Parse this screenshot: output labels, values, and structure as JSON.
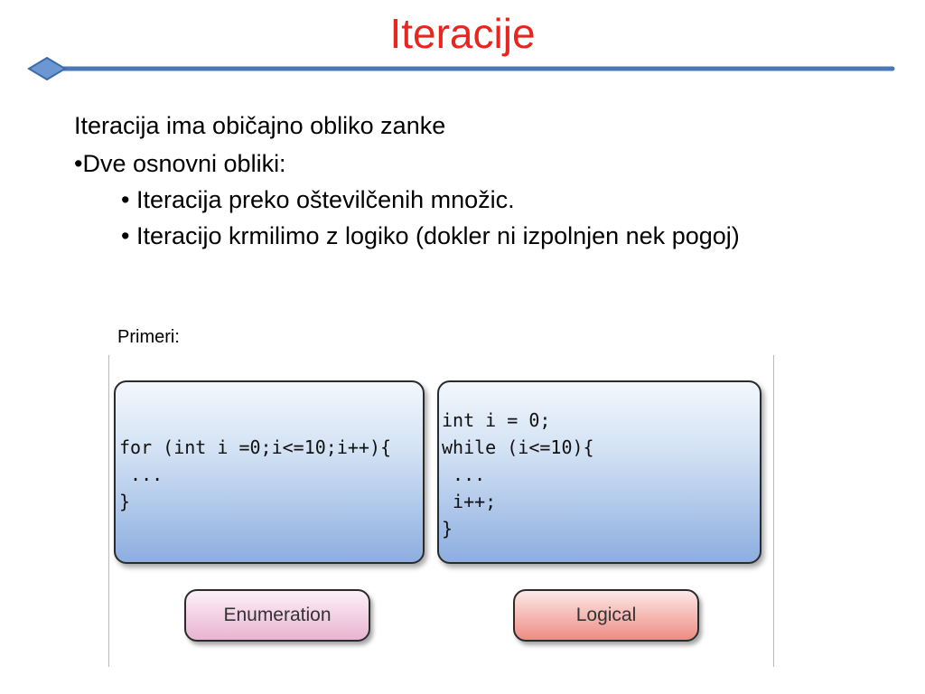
{
  "slide": {
    "title": "Iteracije",
    "bullets": [
      "Iteracija ima običajno obliko zanke",
      "•Dve osnovni obliki:",
      "• Iteracija preko oštevilčenih množic.",
      "• Iteracijo krmilimo z logiko (dokler ni izpolnjen nek pogoj)"
    ],
    "examples_label": "Primeri:"
  },
  "diagram": {
    "left_code": "for (int i =0;i<=10;i++){\n ...\n}",
    "right_code": "int i = 0;\nwhile (i<=10){\n ...\n i++;\n}",
    "left_label": "Enumeration",
    "right_label": "Logical"
  },
  "colors": {
    "title": "#e8251e",
    "divider": "#4a78b5",
    "box_gradient_top": "#f2f7fc",
    "box_gradient_bottom": "#8daee0",
    "enumeration_pill": "#e9b3d2",
    "logical_pill": "#ee8c84"
  }
}
